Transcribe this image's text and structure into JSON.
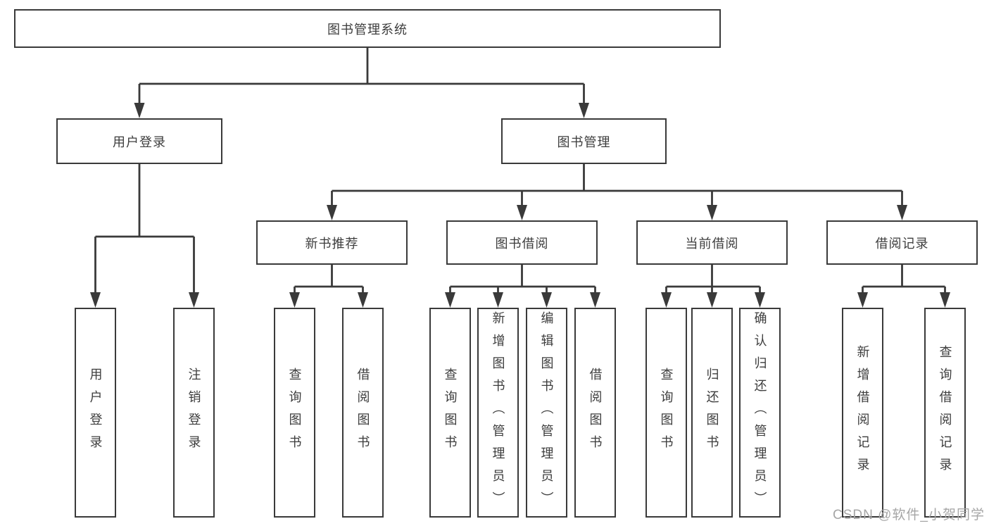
{
  "diagram_type": "hierarchy-tree",
  "colors": {
    "line": "#3a3a3a",
    "text": "#3d3d3d",
    "background": "#ffffff",
    "watermark": "#a6a6a6"
  },
  "watermark": {
    "text": "CSDN @软件_小贺同学"
  },
  "tree": {
    "label": "图书管理系统",
    "children": [
      {
        "label": "用户登录",
        "children": [
          {
            "label": "用户登录"
          },
          {
            "label": "注销登录"
          }
        ]
      },
      {
        "label": "图书管理",
        "children": [
          {
            "label": "新书推荐",
            "children": [
              {
                "label": "查询图书"
              },
              {
                "label": "借阅图书"
              }
            ]
          },
          {
            "label": "图书借阅",
            "children": [
              {
                "label": "查询图书"
              },
              {
                "label": "新增图书（管理员）"
              },
              {
                "label": "编辑图书（管理员）"
              },
              {
                "label": "借阅图书"
              }
            ]
          },
          {
            "label": "当前借阅",
            "children": [
              {
                "label": "查询图书"
              },
              {
                "label": "归还图书"
              },
              {
                "label": "确认归还（管理员）"
              }
            ]
          },
          {
            "label": "借阅记录",
            "children": [
              {
                "label": "新增借阅记录"
              },
              {
                "label": "查询借阅记录"
              }
            ]
          }
        ]
      }
    ]
  }
}
